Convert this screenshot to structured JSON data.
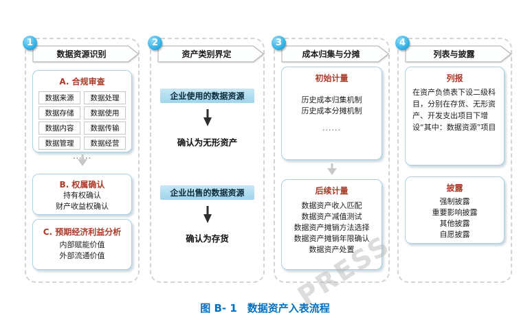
{
  "colors": {
    "step_badge_blue": "#2fa9de",
    "heading_red": "#ad3a28",
    "highlight_blue": "#aedcf0",
    "box_border_blue": "#a9d0e4",
    "caption_blue": "#0070c0"
  },
  "steps": [
    {
      "number": "1",
      "title": "数据资源识别"
    },
    {
      "number": "2",
      "title": "资产类别界定"
    },
    {
      "number": "3",
      "title": "成本归集与分摊"
    },
    {
      "number": "4",
      "title": "列表与披露"
    }
  ],
  "col1": {
    "boxA": {
      "title": "A. 合规审查",
      "tags": [
        "数据来源",
        "数据处理",
        "数据存储",
        "数据使用",
        "数据内容",
        "数据传输",
        "数据管理",
        "数据经营"
      ],
      "ellipsis": "......"
    },
    "boxB": {
      "title": "B. 权属确认",
      "lines": [
        "持有权确认",
        "财产收益权确认"
      ]
    },
    "boxC": {
      "title": "C. 预期经济利益分析",
      "lines": [
        "内部赋能价值",
        "外部流通价值"
      ]
    }
  },
  "col2": {
    "path1": {
      "source": "企业使用的数据资源",
      "result": "确认为无形资产"
    },
    "path2": {
      "source": "企业出售的数据资源",
      "result": "确认为存货"
    }
  },
  "col3": {
    "box1": {
      "title": "初始计量",
      "lines": [
        "历史成本归集机制",
        "历史成本分摊机制"
      ],
      "ellipsis": "......"
    },
    "box2": {
      "title": "后续计量",
      "lines": [
        "数据资产收入匹配",
        "数据资产减值测试",
        "数据资产摊销方法选择",
        "数据资产摊销年限确认",
        "数据资产处置"
      ]
    }
  },
  "col4": {
    "box1": {
      "title": "列报",
      "body": "在资产负债表下设二级科目，分别在存货、无形资产、开发支出项目下增设“其中：数据资源”项目"
    },
    "box2": {
      "title": "披露",
      "lines": [
        "强制披露",
        "重要影响披露",
        "其他披露",
        "自愿披露"
      ]
    }
  },
  "caption": "图 B- 1　数据资产入表流程",
  "watermark": "PRESS"
}
